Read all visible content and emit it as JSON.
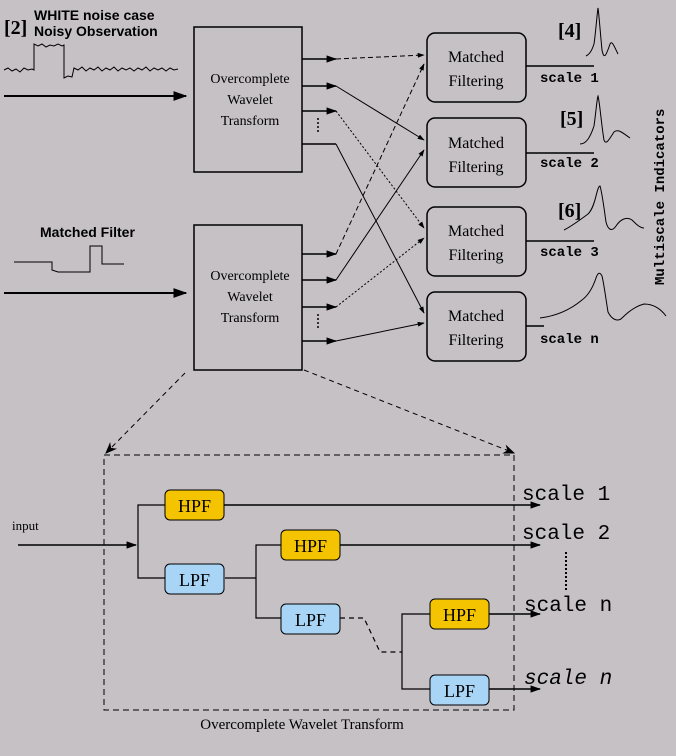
{
  "colors": {
    "background": "#c5c1c5",
    "hpf_fill": "#f5c400",
    "lpf_fill": "#a8d4f6",
    "line": "#000000"
  },
  "top": {
    "case_ref": "[2]",
    "case_line1": "WHITE noise case",
    "case_line2": "Noisy Observation",
    "matched_filter_label": "Matched Filter",
    "wt_box_line1": "Overcomplete",
    "wt_box_line2": "Wavelet",
    "wt_box_line3": "Transform",
    "mf_line1": "Matched",
    "mf_line2": "Filtering",
    "outputs": [
      {
        "ref": "[4]",
        "scale": "scale 1"
      },
      {
        "ref": "[5]",
        "scale": "scale 2"
      },
      {
        "ref": "[6]",
        "scale": "scale 3"
      },
      {
        "ref": "",
        "scale": "scale n"
      }
    ],
    "side_label": "Multiscale Indicators"
  },
  "bottom": {
    "input_label": "input",
    "hpf": "HPF",
    "lpf": "LPF",
    "scales": [
      "scale 1",
      "scale 2",
      "scale n",
      "scale n"
    ],
    "caption": "Overcomplete Wavelet Transform"
  }
}
